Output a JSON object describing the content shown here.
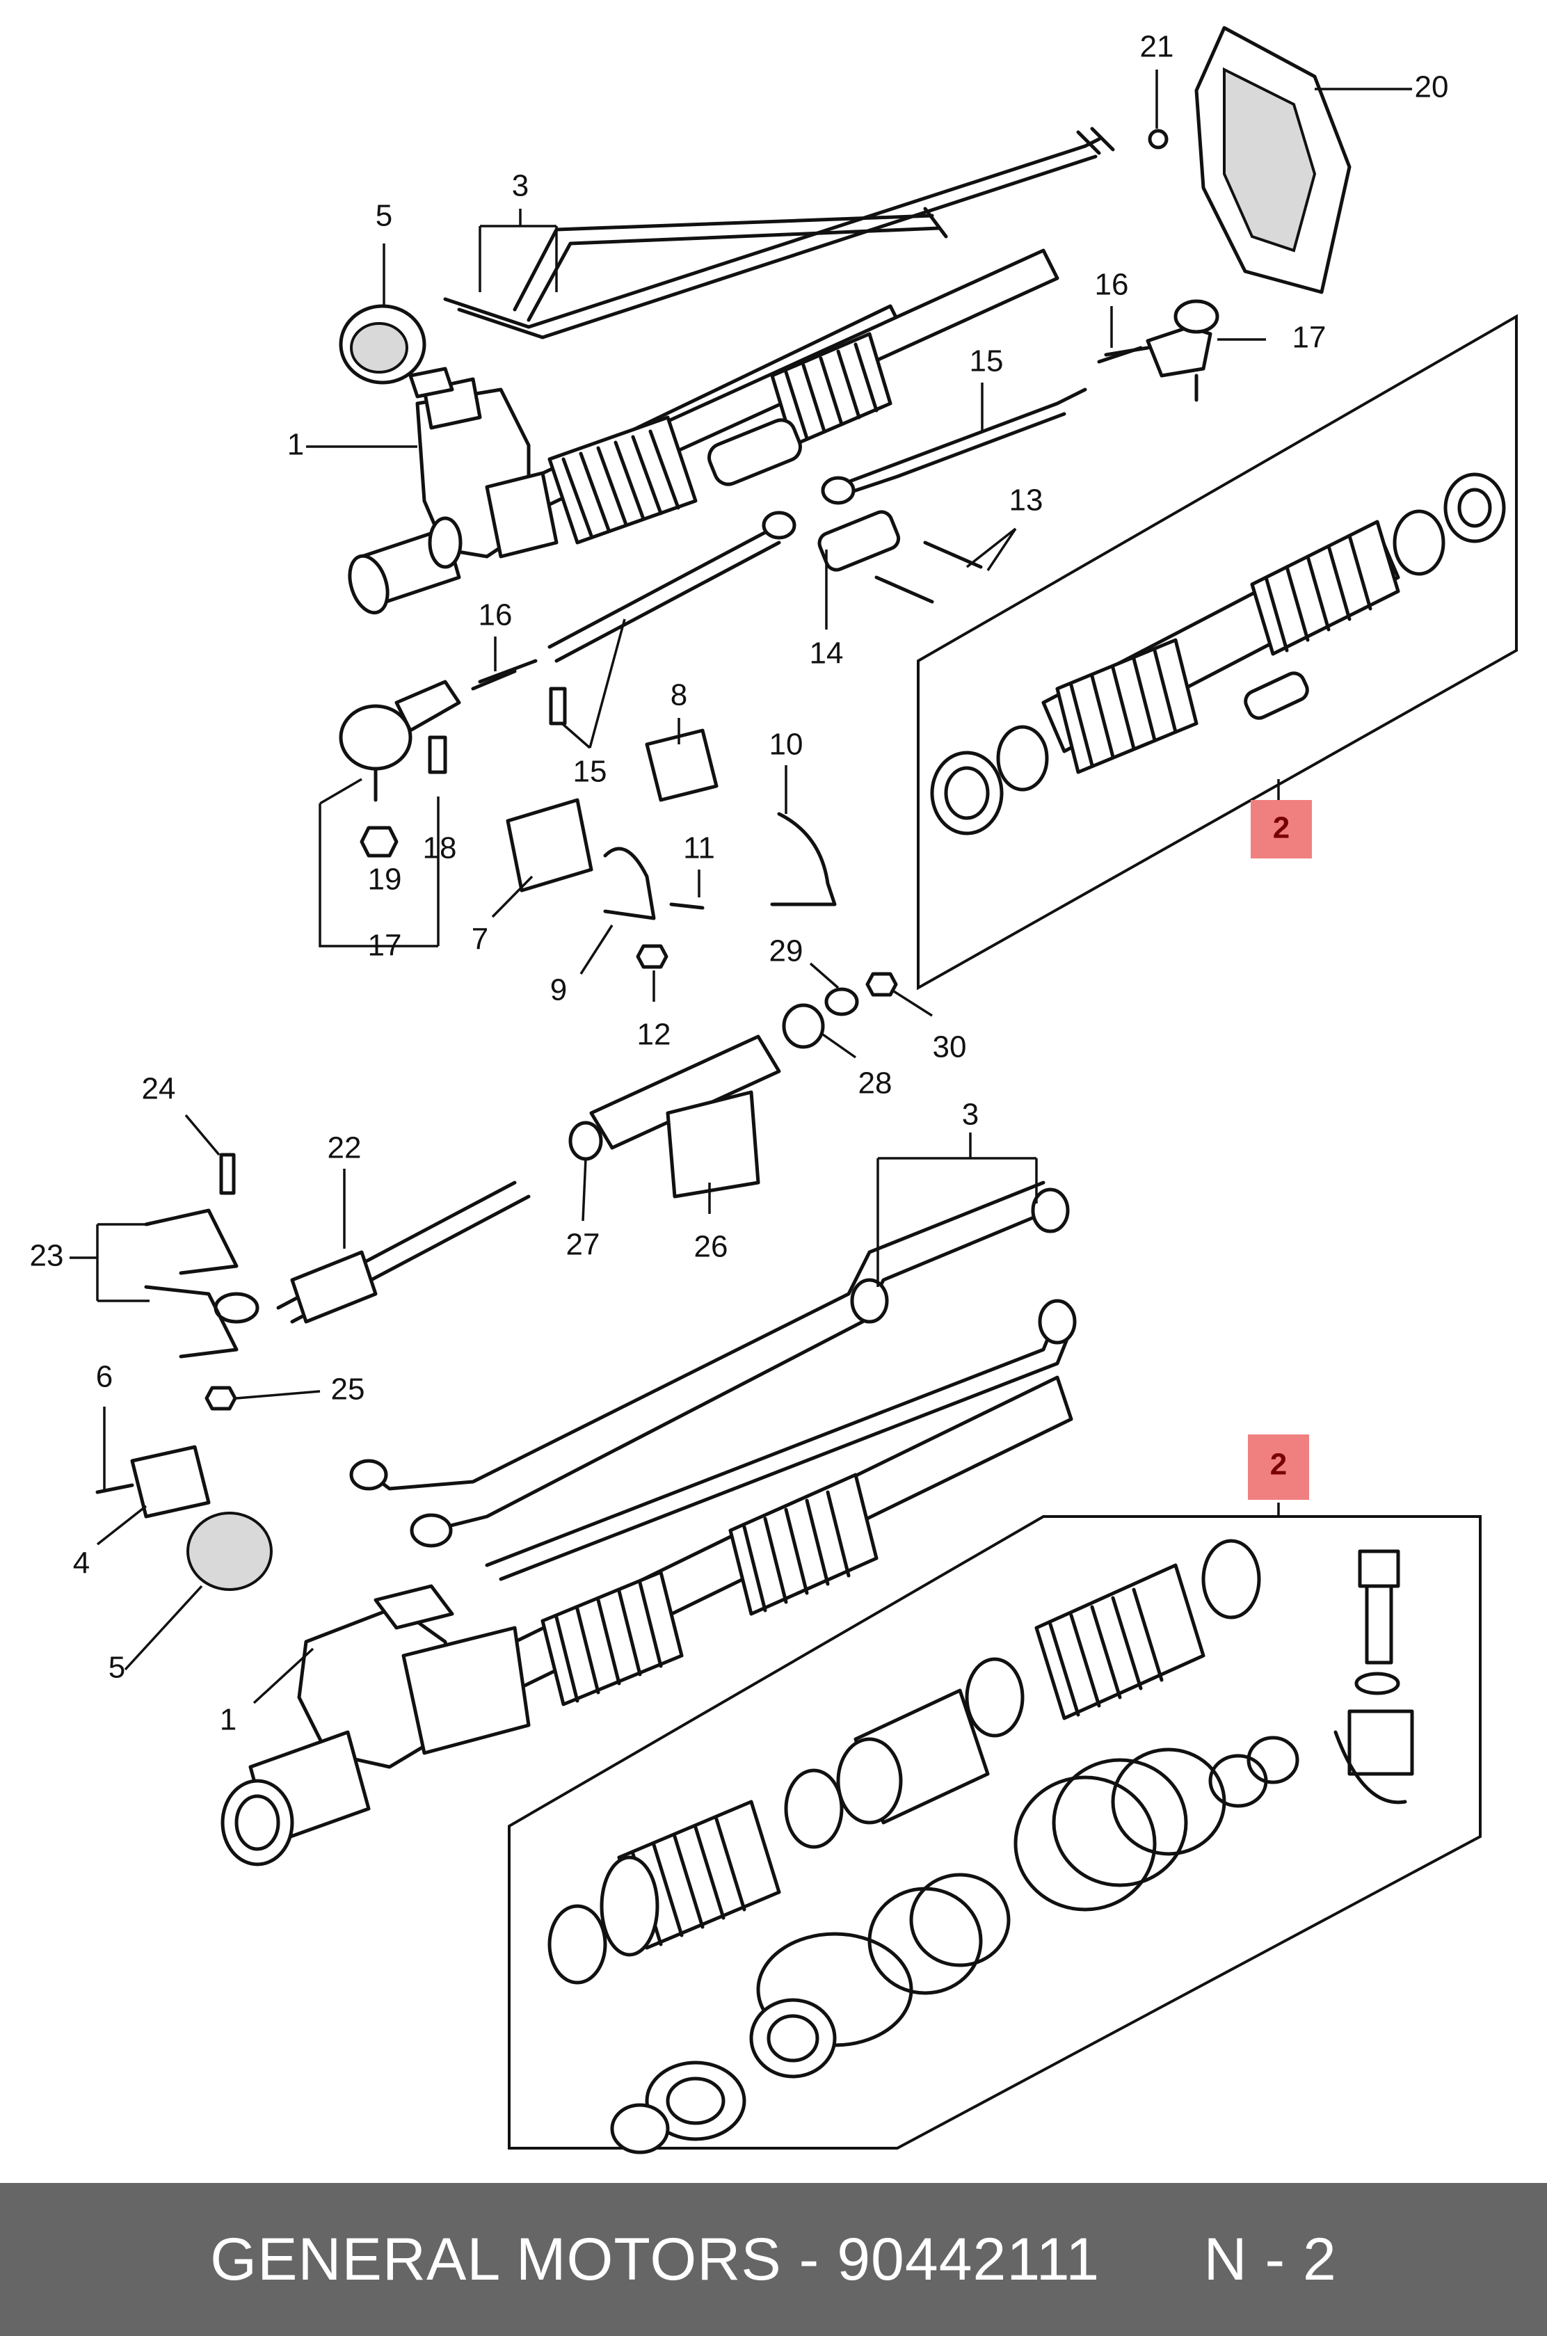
{
  "footer": {
    "brand": "GENERAL MOTORS",
    "separator": " - ",
    "part_number": "90442111",
    "gap": "      ",
    "reference": "N - 2"
  },
  "highlight_color": "#f08080",
  "callouts": {
    "c1a": "1",
    "c2a": "2",
    "c3a": "3",
    "c5a": "5",
    "c7": "7",
    "c8": "8",
    "c9": "9",
    "c10": "10",
    "c11": "11",
    "c12": "12",
    "c13": "13",
    "c14": "14",
    "c15a": "15",
    "c15b": "15",
    "c16a": "16",
    "c16b": "16",
    "c17a": "17",
    "c17b": "17",
    "c18": "18",
    "c19": "19",
    "c20": "20",
    "c21": "21",
    "c22": "22",
    "c23": "23",
    "c24": "24",
    "c25": "25",
    "c26": "26",
    "c27": "27",
    "c28": "28",
    "c29": "29",
    "c30": "30",
    "c3b": "3",
    "c2b": "2",
    "c6": "6",
    "c4": "4",
    "c5b": "5",
    "c1b": "1"
  }
}
